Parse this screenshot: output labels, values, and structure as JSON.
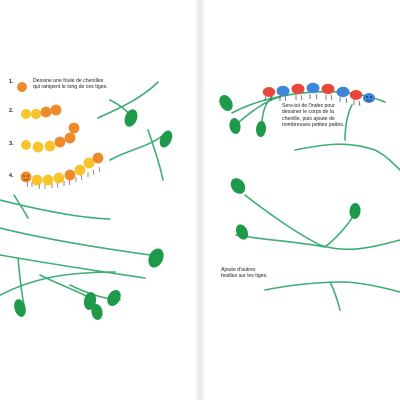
{
  "left_page": {
    "steps": [
      {
        "number": "1.",
        "instruction_lines": [
          "Dessine une foule de chenilles",
          "qui rampent le long de ces tiges."
        ]
      },
      {
        "number": "2."
      },
      {
        "number": "3."
      },
      {
        "number": "4."
      }
    ]
  },
  "right_page": {
    "caterpillar_instruction_lines": [
      "Sers-toi de l'index pour",
      "dessiner le corps de la",
      "chenille, puis ajoute de",
      "nombreuses petites pattes."
    ],
    "leaves_instruction_lines": [
      "Ajoute d'autres",
      "feuilles sur les tiges."
    ]
  },
  "colors": {
    "stem": "#3fae75",
    "leaf": "#1f9a4b",
    "leaf_dark": "#17843e",
    "orange": "#ef8a2a",
    "yellow": "#f7c52b",
    "red": "#e8473b",
    "blue": "#3f86d9",
    "gutter": "#ebebeb"
  }
}
